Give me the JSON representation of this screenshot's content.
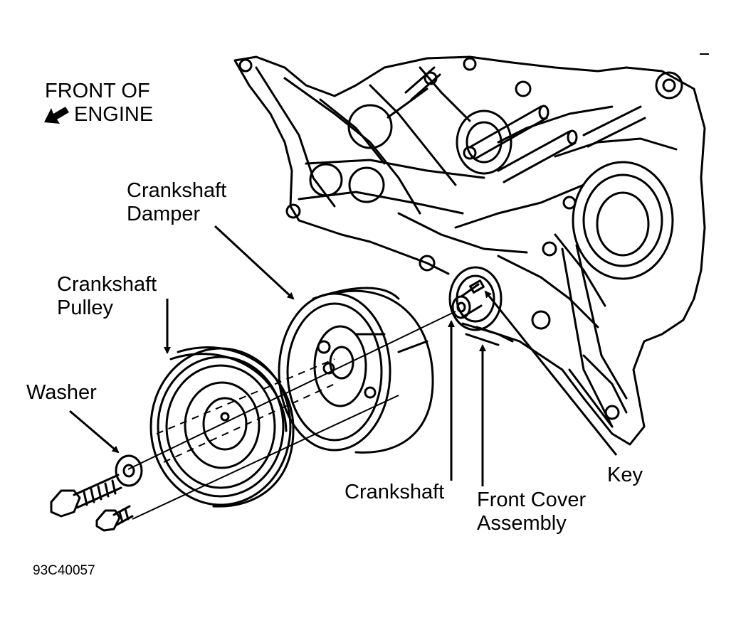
{
  "front_of_engine": {
    "line1": "FRONT OF",
    "line2": "ENGINE"
  },
  "labels": {
    "damper_line1": "Crankshaft",
    "damper_line2": "Damper",
    "pulley_line1": "Crankshaft",
    "pulley_line2": "Pulley",
    "washer": "Washer",
    "crankshaft": "Crankshaft",
    "front_cover_line1": "Front Cover",
    "front_cover_line2": "Assembly",
    "key": "Key"
  },
  "figure_id": "93C40057",
  "colors": {
    "ink": "#000000",
    "paper": "#ffffff"
  },
  "icons": {
    "direction_arrow": "arrow-left-down-icon"
  }
}
